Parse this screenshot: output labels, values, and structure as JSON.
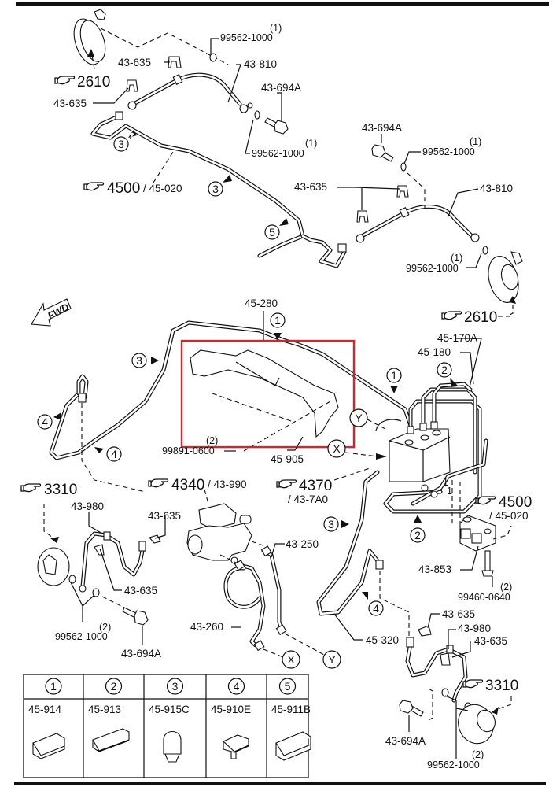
{
  "diagram": {
    "title": "Brake line / ABS hydraulic unit exploded parts diagram",
    "highlight_color": "#d0262f",
    "fwd_label": "FWD",
    "references": [
      {
        "id": "ref-2610-top",
        "icon": "pointing-hand-icon",
        "number": "2610",
        "sub": ""
      },
      {
        "id": "ref-4500-top",
        "icon": "pointing-hand-icon",
        "number": "4500",
        "sub": "/ 45-020"
      },
      {
        "id": "ref-2610-right",
        "icon": "pointing-hand-icon",
        "number": "2610",
        "sub": ""
      },
      {
        "id": "ref-3310-left",
        "icon": "pointing-hand-icon",
        "number": "3310",
        "sub": ""
      },
      {
        "id": "ref-4340",
        "icon": "pointing-hand-icon",
        "number": "4340",
        "sub": "/ 43-990"
      },
      {
        "id": "ref-4370",
        "icon": "pointing-hand-icon",
        "number": "4370",
        "sub": "/ 43-7A0"
      },
      {
        "id": "ref-4500-right",
        "icon": "pointing-hand-icon",
        "number": "4500",
        "sub": "/ 45-020"
      },
      {
        "id": "ref-3310-right",
        "icon": "pointing-hand-icon",
        "number": "3310",
        "sub": ""
      }
    ],
    "part_labels": {
      "p_99562_1000_a": "99562-1000",
      "q_a": "(1)",
      "p_43_635_a": "43-635",
      "p_43_810_a": "43-810",
      "p_43_635_b": "43-635",
      "p_43_694A_a": "43-694A",
      "p_99562_1000_b": "99562-1000",
      "q_b": "(1)",
      "p_43_694A_b": "43-694A",
      "p_99562_1000_c": "99562-1000",
      "q_c": "(1)",
      "p_43_635_c": "43-635",
      "p_43_810_b": "43-810",
      "p_99562_1000_d": "99562-1000",
      "q_d": "(1)",
      "p_45_280": "45-280",
      "p_45_170A": "45-170A",
      "p_45_180": "45-180",
      "p_99891_0600": "99891-0600",
      "q_e": "(2)",
      "p_45_905": "45-905",
      "p_43_980_a": "43-980",
      "p_43_635_d": "43-635",
      "p_43_635_e": "43-635",
      "p_99562_1000_e": "99562-1000",
      "q_f": "(2)",
      "p_43_694A_c": "43-694A",
      "p_43_250": "43-250",
      "p_43_260": "43-260",
      "p_43_853": "43-853",
      "p_99460_0640": "99460-0640",
      "q_g": "(2)",
      "p_45_320": "45-320",
      "p_43_635_f": "43-635",
      "p_43_980_b": "43-980",
      "p_43_635_g": "43-635",
      "p_43_694A_d": "43-694A",
      "p_99562_1000_f": "99562-1000",
      "q_h": "(2)",
      "abs_port_1a": "1",
      "abs_port_1b": "1"
    },
    "callouts": {
      "c1": "1",
      "c2": "2",
      "c3": "3",
      "c4": "4",
      "c5": "5",
      "x": "X",
      "y": "Y"
    },
    "clip_table": {
      "columns": [
        {
          "callout": "1",
          "part": "45-914"
        },
        {
          "callout": "2",
          "part": "45-913"
        },
        {
          "callout": "3",
          "part": "45-915C"
        },
        {
          "callout": "4",
          "part": "45-910E"
        },
        {
          "callout": "5",
          "part": "45-911B"
        }
      ]
    }
  }
}
